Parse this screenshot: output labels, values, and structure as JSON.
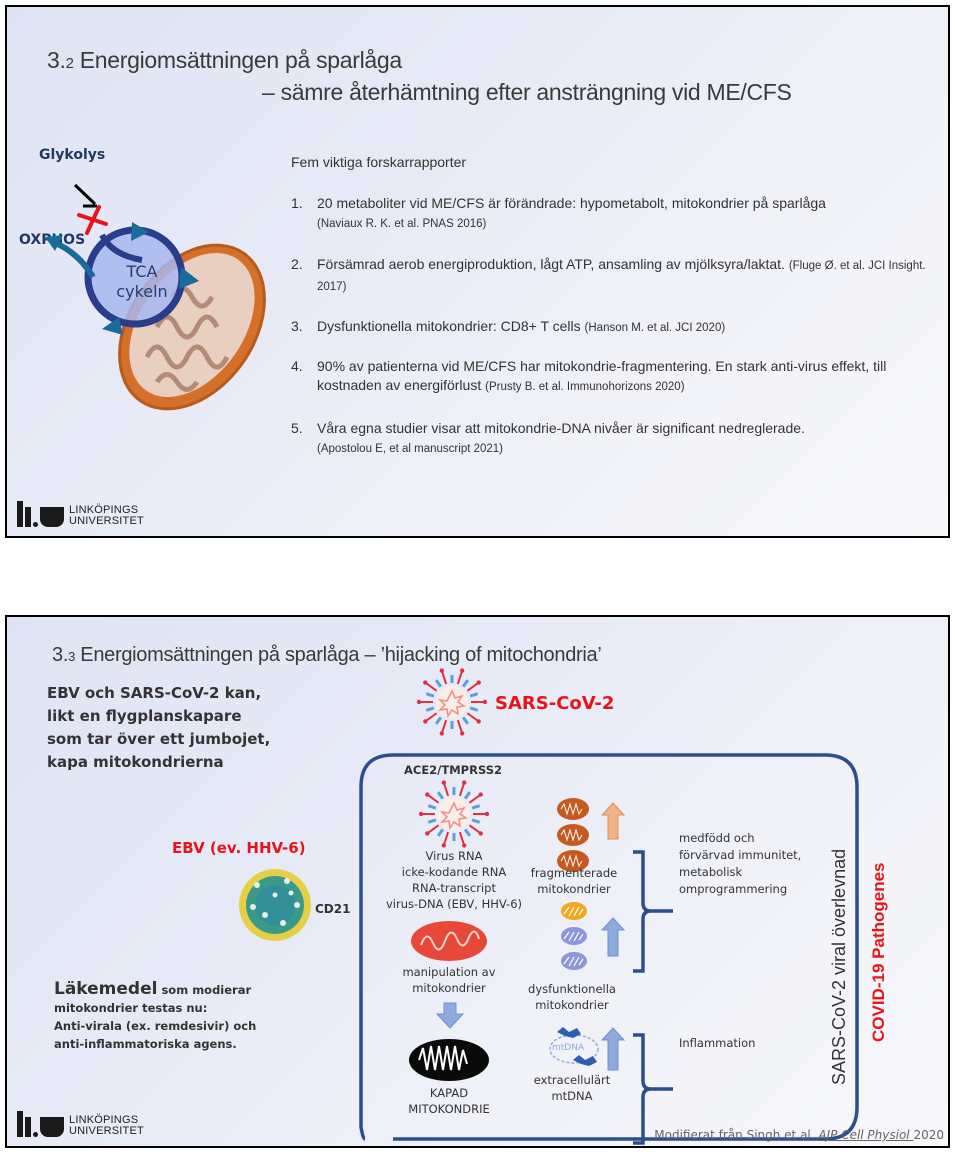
{
  "slide1": {
    "title": {
      "number": "3.",
      "sub": "2",
      "line1": " Energiomsättningen på sparlåga",
      "line2": "– sämre återhämtning efter ansträngning vid ME/CFS"
    },
    "diagram": {
      "glycolysis_label": "Glykolys",
      "oxphos_label": "OXPHOS",
      "tca_line1": "TCA",
      "tca_line2": "cykeln"
    },
    "list_heading": "Fem viktiga forskarrapporter",
    "items": [
      {
        "num": "1.",
        "text": "20 metaboliter vid ME/CFS är förändrade: hypometabolt, mitokondrier på sparlåga",
        "cite": "(Naviaux R. K. et al. PNAS 2016)"
      },
      {
        "num": "2.",
        "text": "Försämrad aerob energiproduktion, lågt ATP, ansamling av mjölksyra/laktat.",
        "cite": "(Fluge Ø. et al. JCI Insight. 2017)"
      },
      {
        "num": "3.",
        "text": "Dysfunktionella mitokondrier: CD8+ T cells",
        "cite": "(Hanson M. et al. JCI 2020)"
      },
      {
        "num": "4.",
        "text": "90% av patienterna vid ME/CFS har mitokondrie-fragmentering. En stark anti-virus effekt, till kostnaden av energiförlust",
        "cite": "(Prusty B. et al. Immunohorizons 2020)"
      },
      {
        "num": "5.",
        "text": "Våra egna studier visar att mitokondrie-DNA nivåer är significant nedreglerade.",
        "cite": "(Apostolou E, et al manuscript 2021)"
      }
    ],
    "logo": {
      "line1": "LINKÖPINGS",
      "line2": "UNIVERSITET"
    }
  },
  "slide2": {
    "title": {
      "number": "3.",
      "sub": "3",
      "text": " Energiomsättningen på sparlåga – ’hijacking of mitochondria’"
    },
    "intro_lines": [
      "EBV och SARS-CoV-2 kan,",
      "likt en flygplanskapare",
      "som tar över ett jumbojet,",
      "kapa mitokondrierna"
    ],
    "sars_label": "SARS-CoV-2",
    "ebv_label": "EBV (ev. HHV-6)",
    "cd21_label": "CD21",
    "drugs": {
      "big": "Läkemedel",
      "rest_line1": " som modierar",
      "line2": "mitokondrier testas nu:",
      "line3": "Anti-virala (ex. remdesivir) och",
      "line4": "anti-inflammatoriska  agens."
    },
    "diagram": {
      "receptor": "ACE2/TMPRSS2",
      "virus_lines": [
        "Virus RNA",
        "icke-kodande RNA",
        "RNA-transcript",
        "virus-DNA (EBV, HHV-6)"
      ],
      "manipulation": [
        "manipulation av",
        "mitokondrier"
      ],
      "hijacked": [
        "KAPAD",
        "MITOKONDRIE"
      ],
      "fragmented": [
        "fragmenterade",
        "mitokondrier"
      ],
      "dysfunctional": [
        "dysfunktionella",
        "mitokondrier"
      ],
      "mtdna_badge": "mtDNA",
      "extracellular": [
        "extracellulärt",
        "mtDNA"
      ],
      "immunity": [
        "medfödd och",
        "förvärvad immunitet,",
        "metabolisk",
        "omprogrammering"
      ],
      "inflammation": "Inflammation",
      "vertical_survival": "SARS-CoV-2 viral överlevnad",
      "vertical_pathogenesis": "COVID-19 Pathogenes"
    },
    "source": {
      "prefix": "Modifierat från Singh et al. ",
      "journal": "AJP Cell Physiol ",
      "year": "2020"
    },
    "logo": {
      "line1": "LINKÖPINGS",
      "line2": "UNIVERSITET"
    }
  },
  "colors": {
    "accent_blue": "#2b4f8c",
    "dark_navy": "#1f3864",
    "red": "#e8141c",
    "arrow_orange": "#f4b183",
    "arrow_blue": "#8faadc",
    "mito_orange": "#c65a1e"
  }
}
